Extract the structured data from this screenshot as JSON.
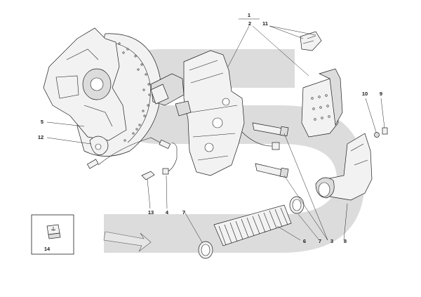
{
  "diagram": {
    "background_band_color": "#d3d3d3",
    "line_color": "#1e1e1e",
    "callouts": [
      {
        "id": "c1",
        "label": "1"
      },
      {
        "id": "c2",
        "label": "2"
      },
      {
        "id": "c11",
        "label": "11"
      },
      {
        "id": "c10",
        "label": "10"
      },
      {
        "id": "c9",
        "label": "9"
      },
      {
        "id": "c5",
        "label": "5"
      },
      {
        "id": "c12",
        "label": "12"
      },
      {
        "id": "c13",
        "label": "13"
      },
      {
        "id": "c4",
        "label": "4"
      },
      {
        "id": "c7a",
        "label": "7"
      },
      {
        "id": "c6",
        "label": "6"
      },
      {
        "id": "c7b",
        "label": "7"
      },
      {
        "id": "c3",
        "label": "3"
      },
      {
        "id": "c8",
        "label": "8"
      },
      {
        "id": "c14",
        "label": "14"
      }
    ],
    "inset_icon": "hand-pointer-icon"
  }
}
